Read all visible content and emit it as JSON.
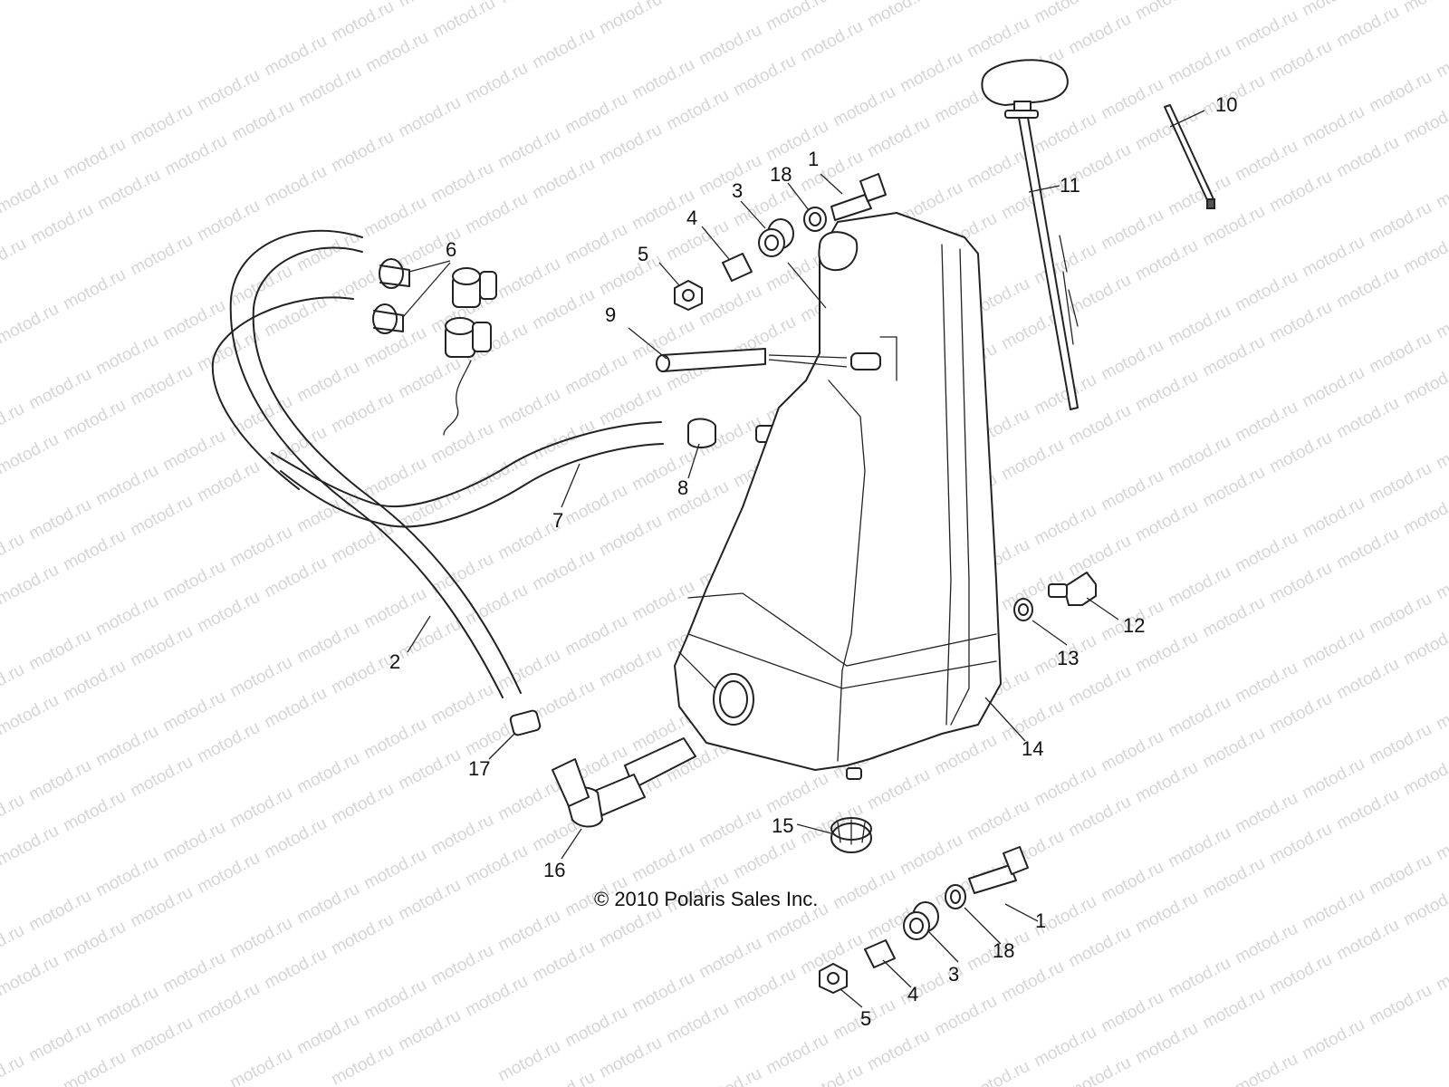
{
  "copyright": "© 2010 Polaris Sales Inc.",
  "watermark": "motod.ru",
  "callouts": [
    "1",
    "2",
    "3",
    "4",
    "5",
    "6",
    "7",
    "8",
    "9",
    "10",
    "11",
    "12",
    "13",
    "14",
    "15",
    "16",
    "17",
    "18",
    "1",
    "3",
    "4",
    "5",
    "18"
  ]
}
